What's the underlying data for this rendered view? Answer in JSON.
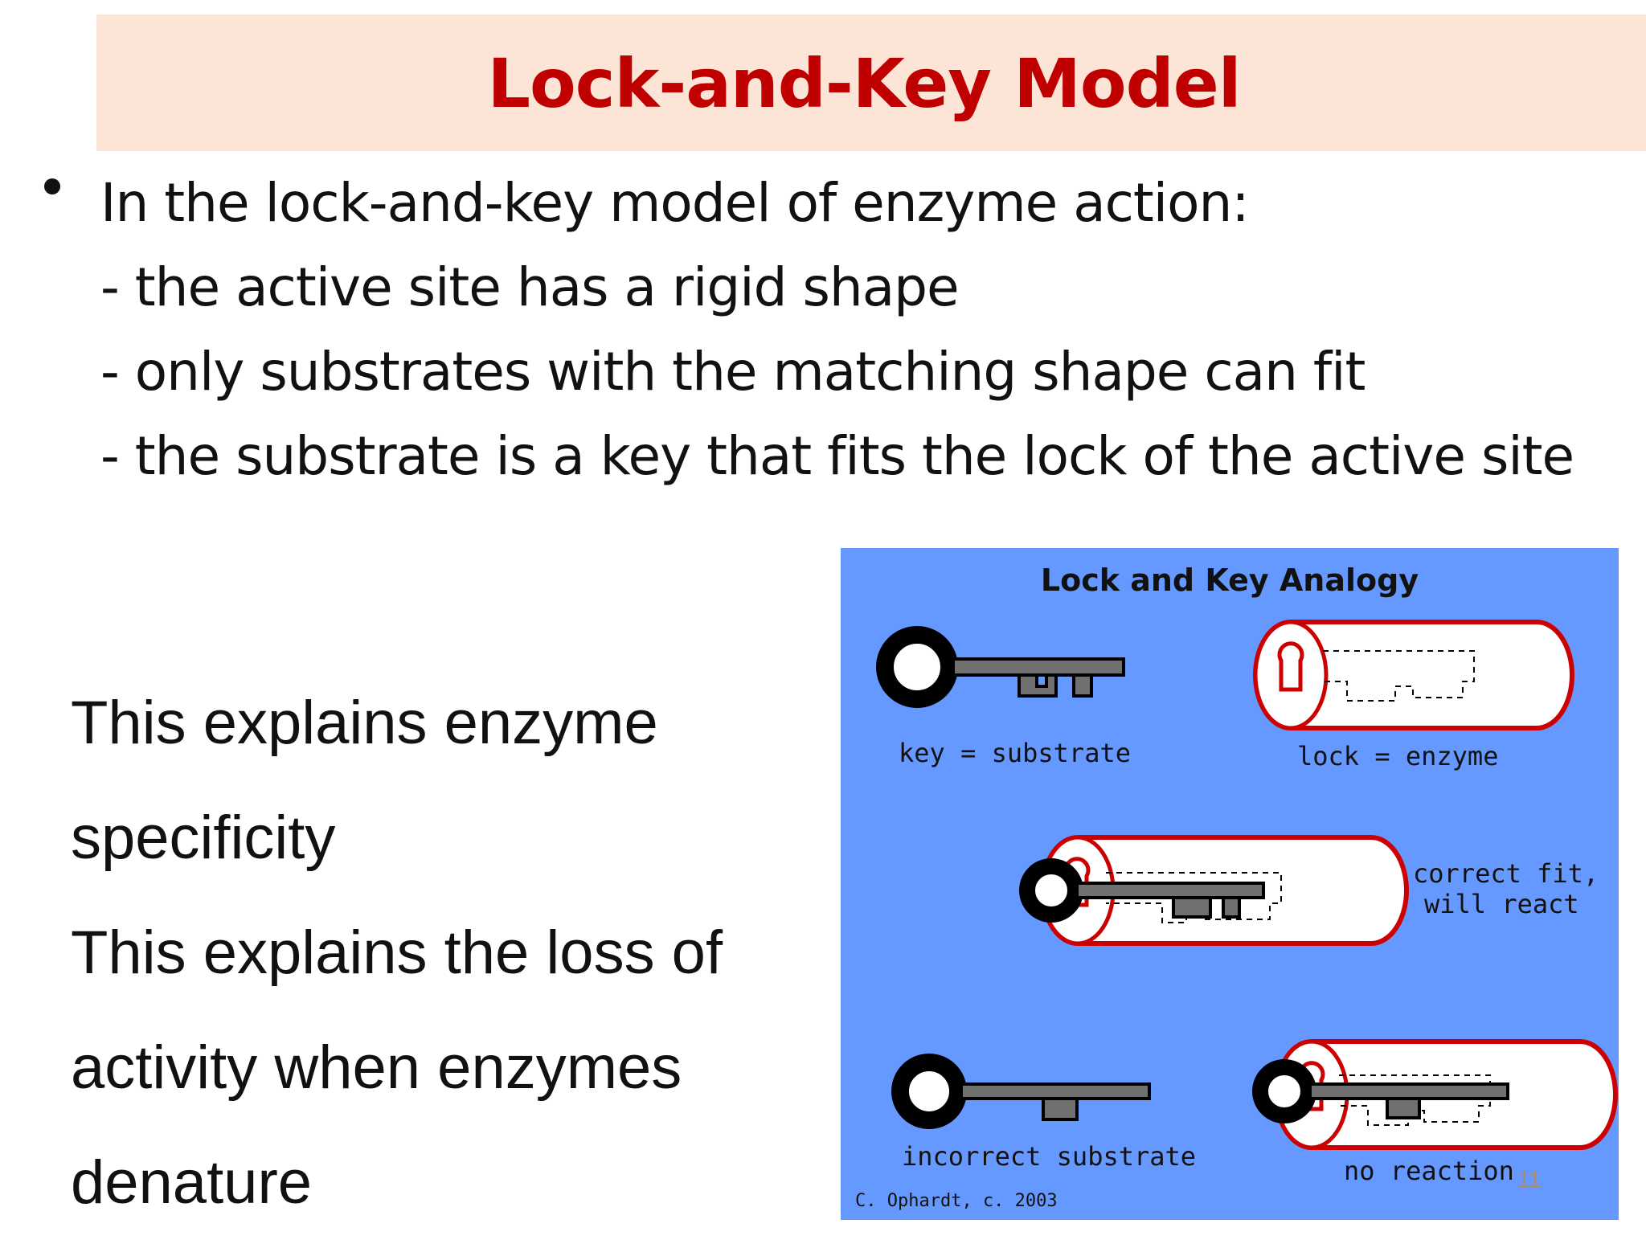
{
  "slide": {
    "title": "Lock-and-Key Model",
    "bullet_lines": [
      "In the lock-and-key model of enzyme action:",
      "- the active site has a rigid shape",
      "- only substrates with the matching shape can fit",
      "- the substrate is a key that fits the lock of the active site"
    ],
    "side_text_lines": [
      "This explains enzyme",
      "specificity",
      "This explains the loss of",
      "activity when enzymes",
      "denature"
    ],
    "page_number": "11"
  },
  "figure": {
    "title": "Lock and Key Analogy",
    "labels": {
      "key": "key = substrate",
      "lock": "lock = enzyme",
      "correct_line1": "correct fit,",
      "correct_line2": "will react",
      "incorrect": "incorrect substrate",
      "no_reaction": "no reaction"
    },
    "credit": "C. Ophardt, c. 2003",
    "colors": {
      "background": "#6699ff",
      "lock_outline": "#cc0000",
      "key_shaft": "#707070",
      "key_ring": "#000000"
    }
  }
}
